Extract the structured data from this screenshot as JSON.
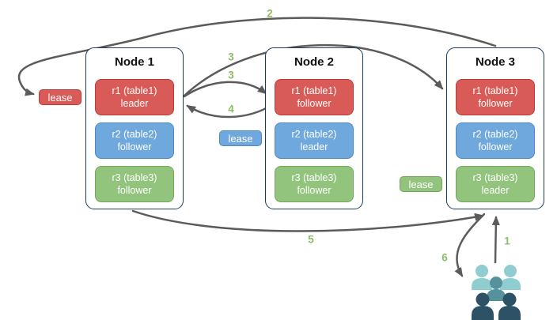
{
  "diagram": {
    "nodes": [
      {
        "title": "Node 1",
        "ranges": [
          {
            "name": "r1 (table1)",
            "role": "leader",
            "color": "red"
          },
          {
            "name": "r2 (table2)",
            "role": "follower",
            "color": "blue"
          },
          {
            "name": "r3 (table3)",
            "role": "follower",
            "color": "green"
          }
        ]
      },
      {
        "title": "Node 2",
        "ranges": [
          {
            "name": "r1 (table1)",
            "role": "follower",
            "color": "red"
          },
          {
            "name": "r2 (table2)",
            "role": "leader",
            "color": "blue"
          },
          {
            "name": "r3 (table3)",
            "role": "follower",
            "color": "green"
          }
        ]
      },
      {
        "title": "Node 3",
        "ranges": [
          {
            "name": "r1 (table1)",
            "role": "follower",
            "color": "red"
          },
          {
            "name": "r2 (table2)",
            "role": "follower",
            "color": "blue"
          },
          {
            "name": "r3 (table3)",
            "role": "leader",
            "color": "green"
          }
        ]
      }
    ],
    "leases": [
      {
        "label": "lease",
        "color": "red"
      },
      {
        "label": "lease",
        "color": "blue"
      },
      {
        "label": "lease",
        "color": "green"
      }
    ],
    "steps": {
      "s1": "1",
      "s2": "2",
      "s3a": "3",
      "s3b": "3",
      "s4": "4",
      "s5": "5",
      "s6": "6"
    },
    "clients_icon": "users-group-icon",
    "colors": {
      "red_fill": "#d95b57",
      "red_border": "#bd3a35",
      "blue_fill": "#6fa8dc",
      "blue_border": "#4d87c7",
      "green_fill": "#93c47d",
      "green_border": "#73a858",
      "node_border": "#1a3a5e",
      "arrow": "#5b5b5b",
      "step_label": "#8abd68",
      "client_light": "#8fcdd1",
      "client_mid": "#55929c",
      "client_dark": "#2e5265"
    }
  }
}
